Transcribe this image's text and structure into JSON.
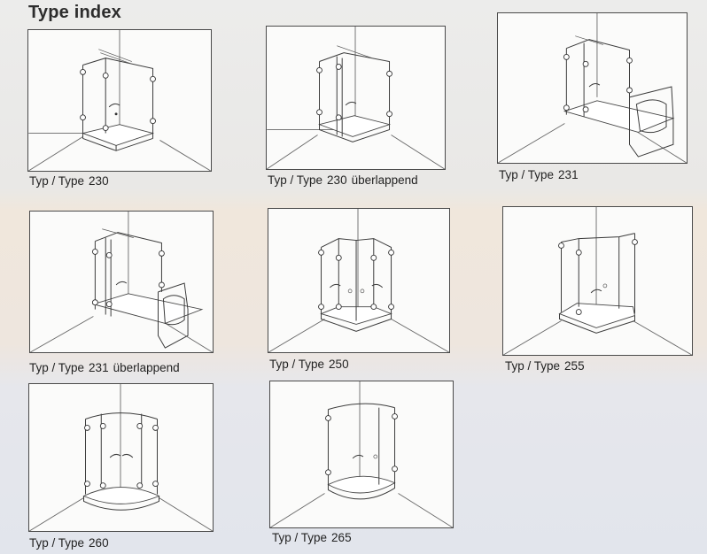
{
  "page": {
    "title": "Type index"
  },
  "items": [
    {
      "prefix": "Typ / Type",
      "number": "230",
      "suffix": ""
    },
    {
      "prefix": "Typ / Type",
      "number": "230",
      "suffix": "überlappend"
    },
    {
      "prefix": "Typ / Type",
      "number": "231",
      "suffix": ""
    },
    {
      "prefix": "Typ / Type",
      "number": "231",
      "suffix": "überlappend"
    },
    {
      "prefix": "Typ / Type",
      "number": "250",
      "suffix": ""
    },
    {
      "prefix": "Typ / Type",
      "number": "255",
      "suffix": ""
    },
    {
      "prefix": "Typ / Type",
      "number": "260",
      "suffix": ""
    },
    {
      "prefix": "Typ / Type",
      "number": "265",
      "suffix": ""
    }
  ]
}
